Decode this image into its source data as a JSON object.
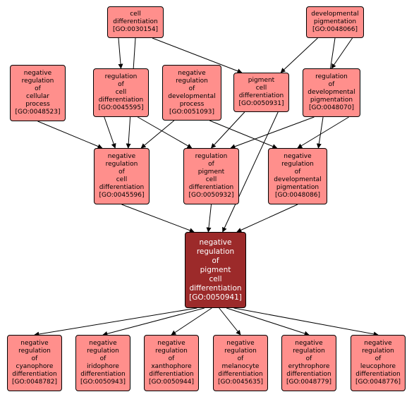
{
  "colors": {
    "node_fill": "#ff8f8c",
    "focus_fill": "#9c2a2a",
    "edge": "#000000"
  },
  "nodes": {
    "n30154": {
      "label": "cell\ndifferentiation\n[GO:0030154]"
    },
    "n48066": {
      "label": "developmental\npigmentation\n[GO:0048066]"
    },
    "n48523": {
      "label": "negative\nregulation\nof\ncellular\nprocess\n[GO:0048523]"
    },
    "n45595": {
      "label": "regulation\nof\ncell\ndifferentiation\n[GO:0045595]"
    },
    "n51093": {
      "label": "negative\nregulation\nof\ndevelopmental\nprocess\n[GO:0051093]"
    },
    "n50931": {
      "label": "pigment\ncell\ndifferentiation\n[GO:0050931]"
    },
    "n48070": {
      "label": "regulation\nof\ndevelopmental\npigmentation\n[GO:0048070]"
    },
    "n45596": {
      "label": "negative\nregulation\nof\ncell\ndifferentiation\n[GO:0045596]"
    },
    "n50932": {
      "label": "regulation\nof\npigment\ncell\ndifferentiation\n[GO:0050932]"
    },
    "n48086": {
      "label": "negative\nregulation\nof\ndevelopmental\npigmentation\n[GO:0048086]"
    },
    "n50941": {
      "label": "negative\nregulation\nof\npigment\ncell\ndifferentiation\n[GO:0050941]"
    },
    "n48782": {
      "label": "negative\nregulation\nof\ncyanophore\ndifferentiation\n[GO:0048782]"
    },
    "n50943": {
      "label": "negative\nregulation\nof\niridophore\ndifferentiation\n[GO:0050943]"
    },
    "n50944": {
      "label": "negative\nregulation\nof\nxanthophore\ndifferentiation\n[GO:0050944]"
    },
    "n45635": {
      "label": "negative\nregulation\nof\nmelanocyte\ndifferentiation\n[GO:0045635]"
    },
    "n48779": {
      "label": "negative\nregulation\nof\nerythrophore\ndifferentiation\n[GO:0048779]"
    },
    "n48776": {
      "label": "negative\nregulation\nof\nleucophore\ndifferentiation\n[GO:0048776]"
    }
  },
  "edges": [
    [
      "n30154",
      "n45595"
    ],
    [
      "n30154",
      "n50931"
    ],
    [
      "n30154",
      "n45596"
    ],
    [
      "n48066",
      "n50931"
    ],
    [
      "n48066",
      "n48070"
    ],
    [
      "n48066",
      "n48086"
    ],
    [
      "n48523",
      "n45596"
    ],
    [
      "n45595",
      "n45596"
    ],
    [
      "n45595",
      "n50932"
    ],
    [
      "n51093",
      "n45596"
    ],
    [
      "n51093",
      "n48086"
    ],
    [
      "n50931",
      "n50932"
    ],
    [
      "n50931",
      "n50941"
    ],
    [
      "n48070",
      "n50932"
    ],
    [
      "n48070",
      "n48086"
    ],
    [
      "n45596",
      "n50941"
    ],
    [
      "n50932",
      "n50941"
    ],
    [
      "n48086",
      "n50941"
    ],
    [
      "n50941",
      "n48782"
    ],
    [
      "n50941",
      "n50943"
    ],
    [
      "n50941",
      "n50944"
    ],
    [
      "n50941",
      "n45635"
    ],
    [
      "n50941",
      "n48779"
    ],
    [
      "n50941",
      "n48776"
    ]
  ]
}
